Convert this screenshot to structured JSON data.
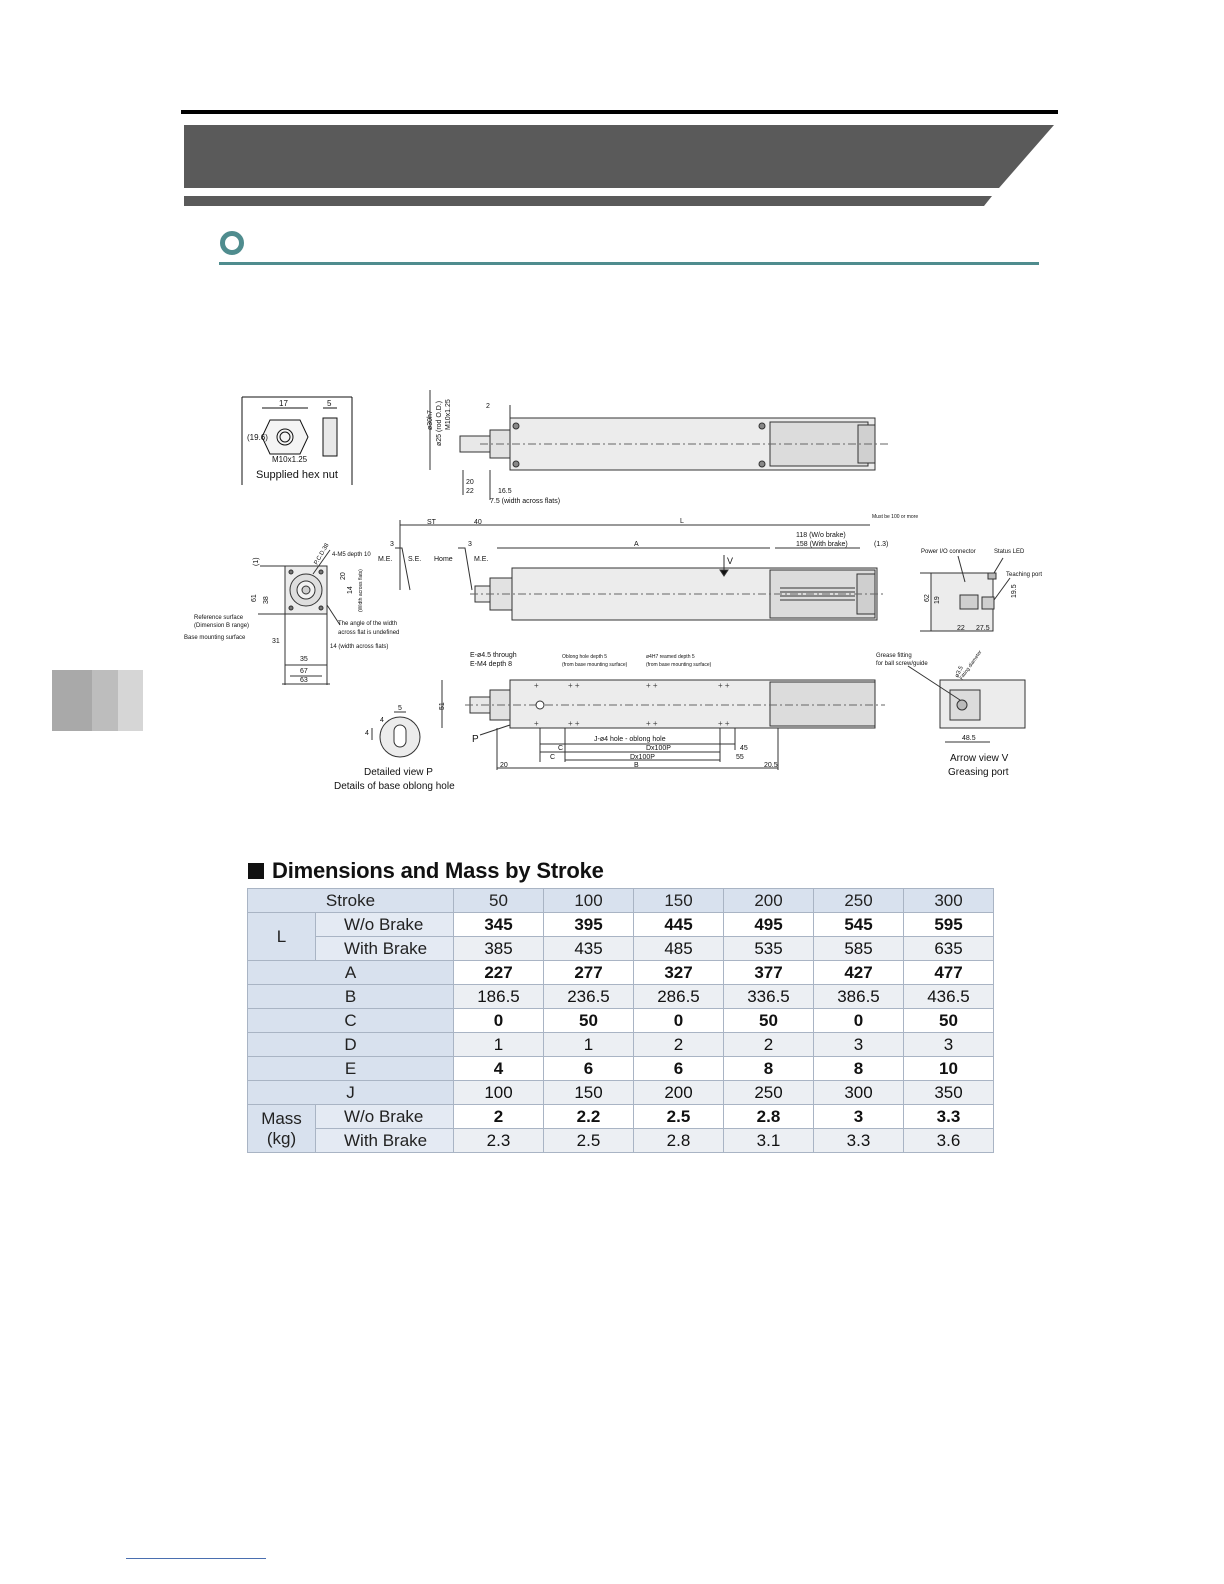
{
  "drawing": {
    "hex_nut": {
      "dims": [
        "17",
        "5",
        "(19.6)",
        "M10x1.25"
      ],
      "label": "Supplied hex nut"
    },
    "top_view": {
      "dims": [
        "ø30h7",
        "ø25 (rod O.D.)",
        "M10x1.25",
        "2",
        "20",
        "22",
        "16.5",
        "7.5 (width across flats)"
      ]
    },
    "side_view": {
      "dims": [
        "ST",
        "40",
        "L",
        "Must be 100 or more",
        "118 (W/o brake)",
        "158 (With brake)",
        "(1.3)",
        "A",
        "V",
        "3",
        "3",
        "M.E.",
        "S.E.",
        "Home",
        "M.E."
      ]
    },
    "end_view": {
      "labels": [
        "4-M5 depth 10",
        "P.C.D.38",
        "Reference surface",
        "(Dimension B range)",
        "Base mounting surface",
        "The angle of the width",
        "across flat is undefined",
        "14 (width across flats)",
        "(Width across flats)"
      ],
      "dims": [
        "(1)",
        "61",
        "38",
        "20",
        "14",
        "31",
        "35",
        "67",
        "63"
      ]
    },
    "right_view": {
      "labels": [
        "Power I/O connector",
        "Status LED",
        "Teaching port"
      ],
      "dims": [
        "62",
        "19",
        "19.5",
        "22",
        "27.5"
      ]
    },
    "bottom_view": {
      "labels": [
        "E-ø4.5 through",
        "E-M4 depth 8",
        "Oblong hole depth 5",
        "(from base mounting surface)",
        "ø4H7 reamed depth 5",
        "(from base mounting surface)",
        "J-ø4 hole - oblong hole",
        "Dx100P",
        "Dx100P",
        "P"
      ],
      "dims": [
        "51",
        "C",
        "C",
        "45",
        "55",
        "20",
        "B",
        "20.5"
      ]
    },
    "detail_p": {
      "dims": [
        "5",
        "4",
        "4"
      ],
      "label1": "Detailed view P",
      "label2": "Details of base oblong hole"
    },
    "grease": {
      "labels": [
        "Grease fitting",
        "for ball screw/guide",
        "Fitting diameter"
      ],
      "dims": [
        "ø3.5",
        "48.5"
      ],
      "label1": "Arrow view V",
      "label2": "Greasing port"
    }
  },
  "table": {
    "title": "Dimensions and Mass by Stroke",
    "stroke_label": "Stroke",
    "strokes": [
      "50",
      "100",
      "150",
      "200",
      "250",
      "300"
    ],
    "l_label": "L",
    "wo_brake": "W/o Brake",
    "with_brake": "With Brake",
    "mass_label_1": "Mass",
    "mass_label_2": "(kg)",
    "L_wo": [
      "345",
      "395",
      "445",
      "495",
      "545",
      "595"
    ],
    "L_with": [
      "385",
      "435",
      "485",
      "535",
      "585",
      "635"
    ],
    "A_label": "A",
    "A": [
      "227",
      "277",
      "327",
      "377",
      "427",
      "477"
    ],
    "B_label": "B",
    "B": [
      "186.5",
      "236.5",
      "286.5",
      "336.5",
      "386.5",
      "436.5"
    ],
    "C_label": "C",
    "C": [
      "0",
      "50",
      "0",
      "50",
      "0",
      "50"
    ],
    "D_label": "D",
    "D": [
      "1",
      "1",
      "2",
      "2",
      "3",
      "3"
    ],
    "E_label": "E",
    "E": [
      "4",
      "6",
      "6",
      "8",
      "8",
      "10"
    ],
    "J_label": "J",
    "J": [
      "100",
      "150",
      "200",
      "250",
      "300",
      "350"
    ],
    "mass_wo": [
      "2",
      "2.2",
      "2.5",
      "2.8",
      "3",
      "3.3"
    ],
    "mass_with": [
      "2.3",
      "2.5",
      "2.8",
      "3.1",
      "3.3",
      "3.6"
    ]
  },
  "colors": {
    "banner": "#5a5a5a",
    "accent": "#4f8c8e",
    "table_header": "#d8e1ee"
  }
}
